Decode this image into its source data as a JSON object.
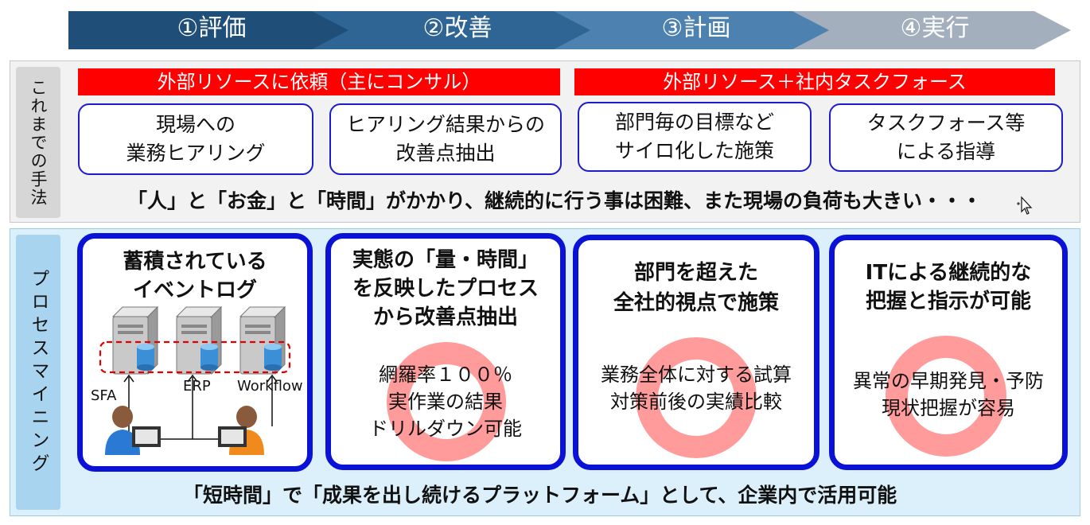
{
  "steps": [
    {
      "label": "①評価",
      "color": "#1f4e79"
    },
    {
      "label": "②改善",
      "color": "#2e6595"
    },
    {
      "label": "③計画",
      "color": "#4d82b0"
    },
    {
      "label": "④実行",
      "color": "#a3afbc"
    }
  ],
  "current_method": {
    "side_label": "これまでの手法",
    "banners": [
      "外部リソースに依頼（主にコンサル）",
      "外部リソース＋社内タスクフォース"
    ],
    "boxes": [
      {
        "line1": "現場への",
        "line2": "業務ヒアリング"
      },
      {
        "line1": "ヒアリング結果からの",
        "line2": "改善点抽出"
      },
      {
        "line1": "部門毎の目標など",
        "line2": "サイロ化した施策"
      },
      {
        "line1": "タスクフォース等",
        "line2": "による指導"
      }
    ],
    "summary": "「人」と「お金」と「時間」がかかり、継続的に行う事は困難、また現場の負荷も大きい・・・"
  },
  "process_mining": {
    "side_label": "プロセスマイニング",
    "cards": [
      {
        "title": [
          "蓄積されている",
          "イベントログ"
        ],
        "body": []
      },
      {
        "title": [
          "実態の「量・時間」",
          "を反映したプロセス",
          "から改善点抽出"
        ],
        "body": [
          "網羅率１００％",
          "実作業の結果",
          "ドリルダウン可能"
        ]
      },
      {
        "title": [
          "部門を超えた",
          "全社的視点で施策"
        ],
        "body": [
          "業務全体に対する試算",
          "対策前後の実績比較"
        ]
      },
      {
        "title": [
          "ITによる継続的な",
          "把握と指示が可能"
        ],
        "body": [
          "異常の早期発見・予防",
          "現状把握が容易"
        ]
      }
    ],
    "systems": [
      "SFA",
      "ERP",
      "Workflow"
    ],
    "summary": "「短時間」で「成果を出し続けるプラットフォーム」として、企業内で活用可能"
  },
  "colors": {
    "ring": "#ff9b9b",
    "card_border": "#0a12d6",
    "banner": "#ff0000"
  }
}
